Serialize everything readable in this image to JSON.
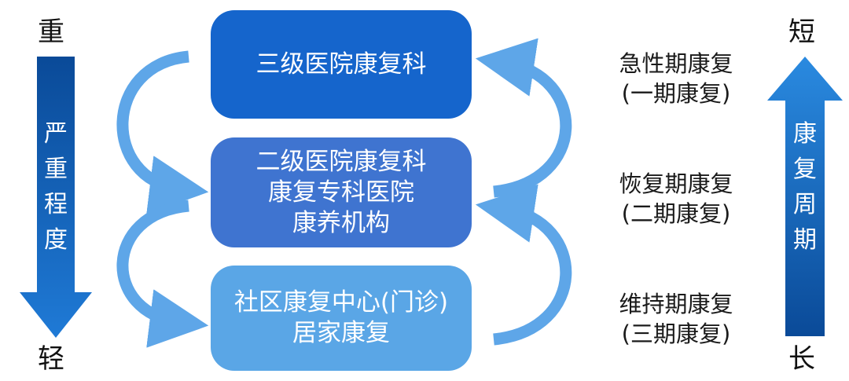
{
  "severity": {
    "top_label": "重",
    "bottom_label": "轻",
    "axis_chars": [
      "严",
      "重",
      "程",
      "度"
    ]
  },
  "period": {
    "top_label": "短",
    "bottom_label": "长",
    "axis_chars": [
      "康",
      "复",
      "周",
      "期"
    ]
  },
  "boxes": [
    {
      "lines": [
        "三级医院康复科"
      ]
    },
    {
      "lines": [
        "二级医院康复科",
        "康复专科医院",
        "康养机构"
      ]
    },
    {
      "lines": [
        "社区康复中心(门诊)",
        "居家康复"
      ]
    }
  ],
  "stages": [
    {
      "lines": [
        "急性期康复",
        "(一期康复)"
      ]
    },
    {
      "lines": [
        "恢复期康复",
        "(二期康复)"
      ]
    },
    {
      "lines": [
        "维持期康复",
        "(三期康复)"
      ]
    }
  ],
  "colors": {
    "box1": "#1565cc",
    "box2": "#3f74d0",
    "box3": "#5aa6e6",
    "arrow_dark": "#0b4f9e",
    "arrow_light": "#2f84d8",
    "curve": "#6fb0ea"
  }
}
